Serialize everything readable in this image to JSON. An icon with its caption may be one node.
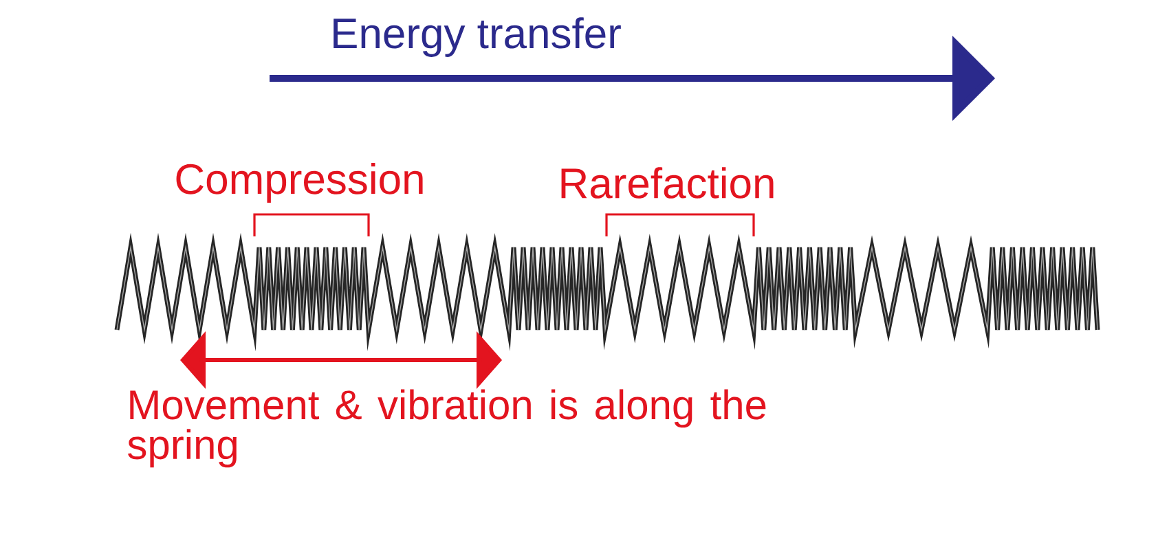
{
  "diagram": {
    "labels": [
      "Energy transfer",
      "Compression",
      "Rarefaction",
      "Movement & vibration is along the spring"
    ]
  }
}
